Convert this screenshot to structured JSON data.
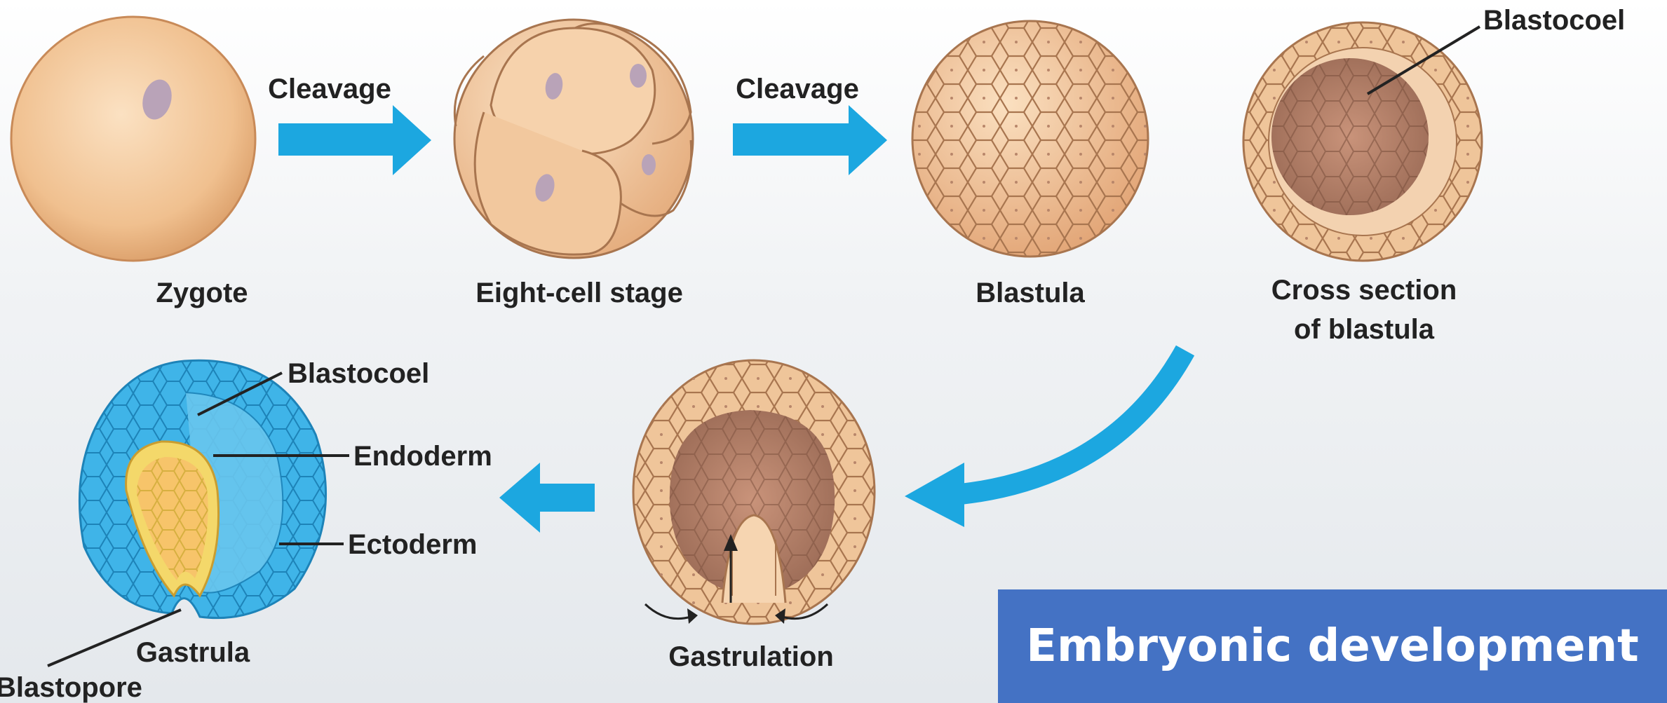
{
  "labels": {
    "cleavage_1": "Cleavage",
    "cleavage_2": "Cleavage",
    "zygote": "Zygote",
    "eight_cell": "Eight-cell stage",
    "blastula": "Blastula",
    "cross_section_line1": "Cross section",
    "cross_section_line2": "of blastula",
    "blastocoel_top": "Blastocoel",
    "blastocoel_gastrula": "Blastocoel",
    "endoderm": "Endoderm",
    "ectoderm": "Ectoderm",
    "gastrula": "Gastrula",
    "blastopore": "Blastopore",
    "gastrulation": "Gastrulation"
  },
  "title": "Embryonic development",
  "colors": {
    "arrow": "#1ca7e0",
    "cell_fill": "#efc59a",
    "cell_edge": "#a8754f",
    "ectoderm": "#3fb4e8",
    "endoderm": "#f4d86a",
    "title_bg": "#4472c4"
  }
}
